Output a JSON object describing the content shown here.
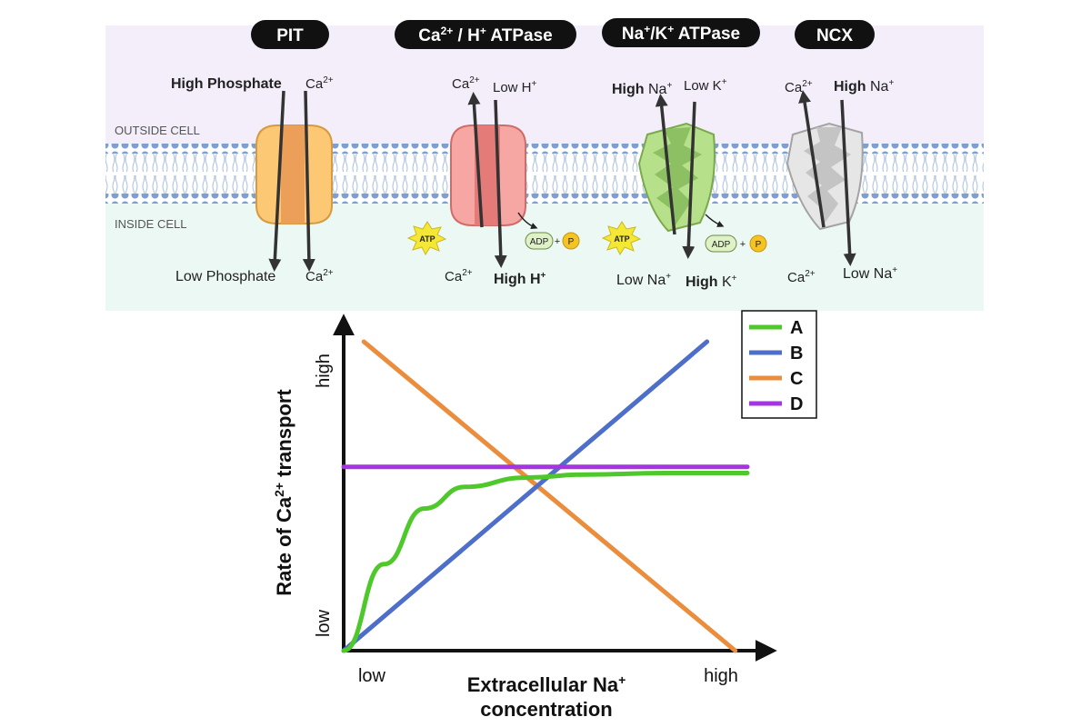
{
  "membrane": {
    "outside_label": "OUTSIDE CELL",
    "inside_label": "INSIDE CELL",
    "colors": {
      "outside_bg": "#f3eefa",
      "inside_bg": "#ecf8f4",
      "lipid": "#7e9fd1"
    }
  },
  "transporters": [
    {
      "title": "PIT",
      "color": "#fcc874",
      "top_left": {
        "bold": "High Phosphate",
        "normal": ""
      },
      "top_right": {
        "base": "Ca",
        "sup": "2+",
        "bold": "",
        "rest": ""
      },
      "bottom_left": {
        "text": "Low Phosphate"
      },
      "bottom_right": {
        "base": "Ca",
        "sup": "2+"
      }
    },
    {
      "title_base": "Ca",
      "title_sup": "2+",
      "title_mid": " / H",
      "title_sup2": "+",
      "title_rest": " ATPase",
      "color": "#f6a7a4",
      "top_left": {
        "base": "Ca",
        "sup": "2+"
      },
      "top_right": {
        "base": "Low H",
        "sup": "+"
      },
      "bottom_left": {
        "base": "Ca",
        "sup": "2+"
      },
      "bottom_right": {
        "base": "High H",
        "sup": "+"
      }
    },
    {
      "title_base": "Na",
      "title_sup": "+",
      "title_mid": "/K",
      "title_sup2": "+",
      "title_rest": " ATPase",
      "color": "#b7e08b",
      "top_left": {
        "bold": "High",
        "base": " Na",
        "sup": "+"
      },
      "top_right": {
        "base": "Low K",
        "sup": "+"
      },
      "bottom_left": {
        "base": "Low Na",
        "sup": "+"
      },
      "bottom_right": {
        "bold": "High",
        "base": " K",
        "sup": "+"
      }
    },
    {
      "title": "NCX",
      "color": "#e6e6e6",
      "top_left": {
        "base": "Ca",
        "sup": "2+"
      },
      "top_right": {
        "bold": "High",
        "base": " Na",
        "sup": "+"
      },
      "bottom_left": {
        "base": "Ca",
        "sup": "2+"
      },
      "bottom_right": {
        "base": "Low Na",
        "sup": "+"
      }
    }
  ],
  "atp_label": "ATP",
  "adp_label": "ADP",
  "plus_label": "+",
  "p_label": "P",
  "chart_data": {
    "type": "line",
    "xlabel_line1": "Extracellular Na",
    "xlabel_sup": "+",
    "xlabel_line2": "concentration",
    "ylabel_base": "Rate of Ca",
    "ylabel_sup": "2+",
    "ylabel_rest": " transport",
    "x_ticks": [
      "low",
      "high"
    ],
    "y_ticks": [
      "low",
      "high"
    ],
    "xlim": [
      0,
      1
    ],
    "ylim": [
      0,
      1
    ],
    "legend_position": "top-right",
    "series": [
      {
        "name": "A",
        "color": "#4ec82a",
        "shape": "saturating",
        "x": [
          0,
          0.1,
          0.2,
          0.3,
          0.45,
          0.6,
          0.8,
          1.0
        ],
        "y": [
          0,
          0.28,
          0.46,
          0.53,
          0.56,
          0.57,
          0.575,
          0.575
        ]
      },
      {
        "name": "B",
        "color": "#4d6ec9",
        "shape": "linear",
        "x": [
          0,
          0.9
        ],
        "y": [
          0,
          1.0
        ]
      },
      {
        "name": "C",
        "color": "#ea8d3c",
        "shape": "linear",
        "x": [
          0.05,
          0.97
        ],
        "y": [
          1.0,
          0.0
        ]
      },
      {
        "name": "D",
        "color": "#a435e0",
        "shape": "constant",
        "x": [
          0,
          1.0
        ],
        "y": [
          0.595,
          0.595
        ]
      }
    ]
  }
}
